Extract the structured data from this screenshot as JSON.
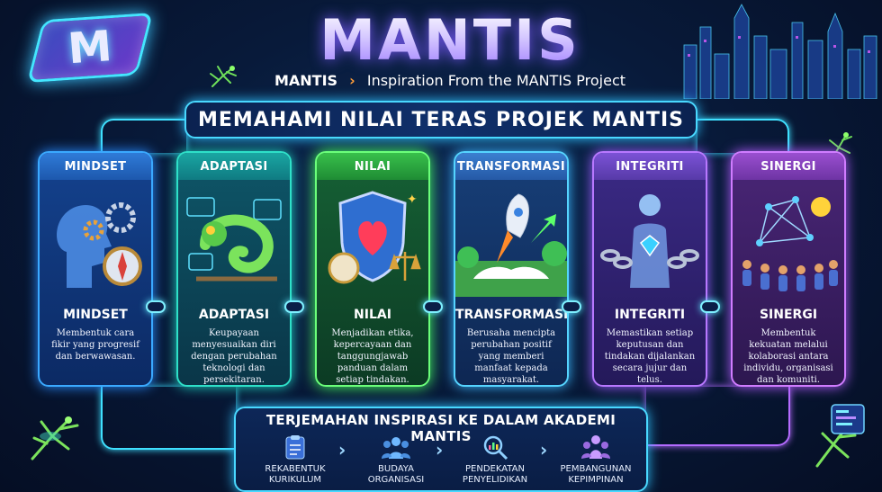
{
  "header": {
    "logo_letter": "M",
    "title": "MANTIS",
    "breadcrumb_root": "MANTIS",
    "breadcrumb_sep": "›",
    "breadcrumb_current": "Inspiration From the MANTIS Project"
  },
  "banner": "MEMAHAMI NILAI TERAS PROJEK MANTIS",
  "cards": [
    {
      "head": "MINDSET",
      "title": "MINDSET",
      "desc": "Membentuk cara fikir yang progresif dan berwawasan."
    },
    {
      "head": "ADAPTASI",
      "title": "ADAPTASI",
      "desc": "Keupayaan menyesuaikan diri dengan perubahan teknologi dan persekitaran."
    },
    {
      "head": "NILAI",
      "title": "NILAI",
      "desc": "Menjadikan etika, kepercayaan dan tanggungjawab panduan dalam setiap tindakan."
    },
    {
      "head": "TRANSFORMASI",
      "title": "TRANSFORMASI",
      "desc": "Berusaha mencipta perubahan positif yang memberi manfaat kepada masyarakat."
    },
    {
      "head": "INTEGRITI",
      "title": "INTEGRITI",
      "desc": "Memastikan setiap keputusan dan tindakan dijalankan secara jujur dan telus."
    },
    {
      "head": "SINERGI",
      "title": "SINERGI",
      "desc": "Membentuk kekuatan melalui kolaborasi antara individu, organisasi dan komuniti."
    }
  ],
  "bottom": {
    "title": "TERJEMAHAN INSPIRASI KE DALAM AKADEMI MANTIS",
    "steps": [
      {
        "line1": "REKABENTUK",
        "line2": "KURIKULUM"
      },
      {
        "line1": "BUDAYA",
        "line2": "ORGANISASI"
      },
      {
        "line1": "PENDEKATAN",
        "line2": "PENYELIDIKAN"
      },
      {
        "line1": "PEMBANGUNAN",
        "line2": "KEPIMPINAN"
      }
    ],
    "chevron": "›"
  }
}
